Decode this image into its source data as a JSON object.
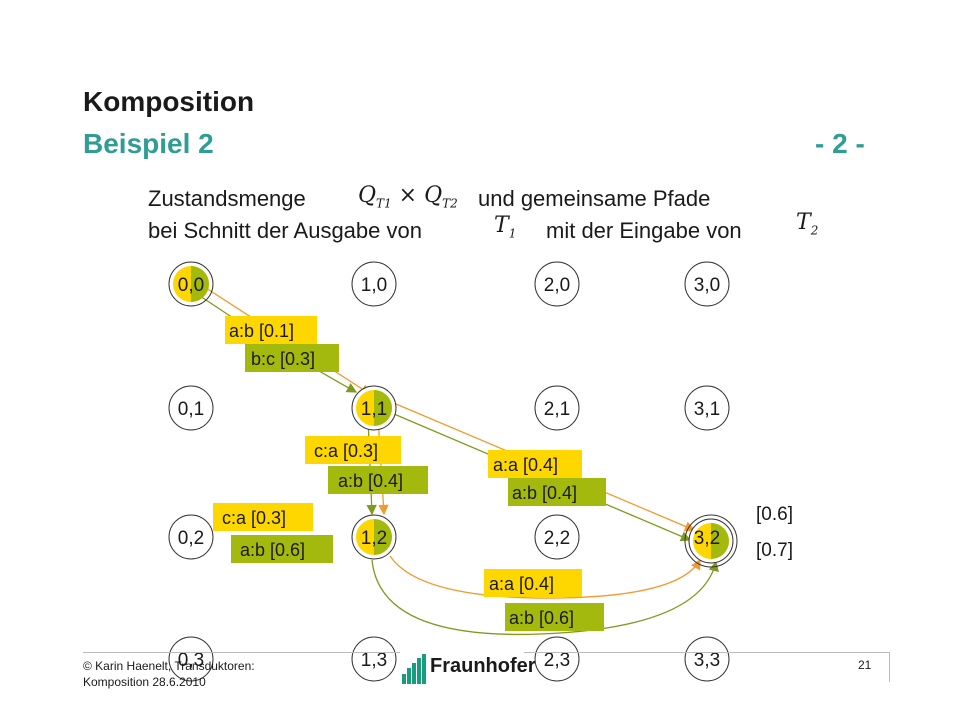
{
  "header": {
    "title": "Komposition",
    "subtitle": "Beispiel 2",
    "page_marker": "- 2 -"
  },
  "description": {
    "line1_prefix": "Zustandsmenge",
    "line1_suffix": "und gemeinsame Pfade",
    "line2_prefix": "bei Schnitt der Ausgabe von",
    "line2_middle": "mit der Eingabe von",
    "math_product": "Q",
    "math_t1": "T",
    "math_t2": "T"
  },
  "colors": {
    "yellow": "#ffd700",
    "green": "#a4b90d",
    "orange": "#f29a2e",
    "olive": "#7f9a1e"
  },
  "states": [
    {
      "id": "0,0",
      "start": true
    },
    {
      "id": "1,0"
    },
    {
      "id": "2,0"
    },
    {
      "id": "3,0"
    },
    {
      "id": "0,1"
    },
    {
      "id": "1,1",
      "active": true
    },
    {
      "id": "2,1"
    },
    {
      "id": "3,1"
    },
    {
      "id": "0,2"
    },
    {
      "id": "1,2",
      "active": true
    },
    {
      "id": "2,2"
    },
    {
      "id": "3,2",
      "final": true
    },
    {
      "id": "0,3"
    },
    {
      "id": "1,3"
    },
    {
      "id": "2,3"
    },
    {
      "id": "3,3"
    }
  ],
  "edge_labels": [
    {
      "text": "a:b [0.1]",
      "color": "yellow"
    },
    {
      "text": "b:c [0.3]",
      "color": "green"
    },
    {
      "text": "c:a [0.3]",
      "color": "yellow"
    },
    {
      "text": "a:b [0.4]",
      "color": "green"
    },
    {
      "text": "a:a [0.4]",
      "color": "yellow"
    },
    {
      "text": "a:b [0.4]",
      "color": "green"
    },
    {
      "text": "c:a [0.3]",
      "color": "yellow"
    },
    {
      "text": "a:b [0.6]",
      "color": "green"
    },
    {
      "text": "a:a [0.4]",
      "color": "yellow"
    },
    {
      "text": "a:b [0.6]",
      "color": "green"
    }
  ],
  "final_weights": [
    "[0.6]",
    "[0.7]"
  ],
  "footer": {
    "line1": "© Karin  Haenelt, Transduktoren:",
    "line2": "Komposition 28.6.2010",
    "logo_text": "Fraunhofer",
    "slide_number": "21"
  }
}
